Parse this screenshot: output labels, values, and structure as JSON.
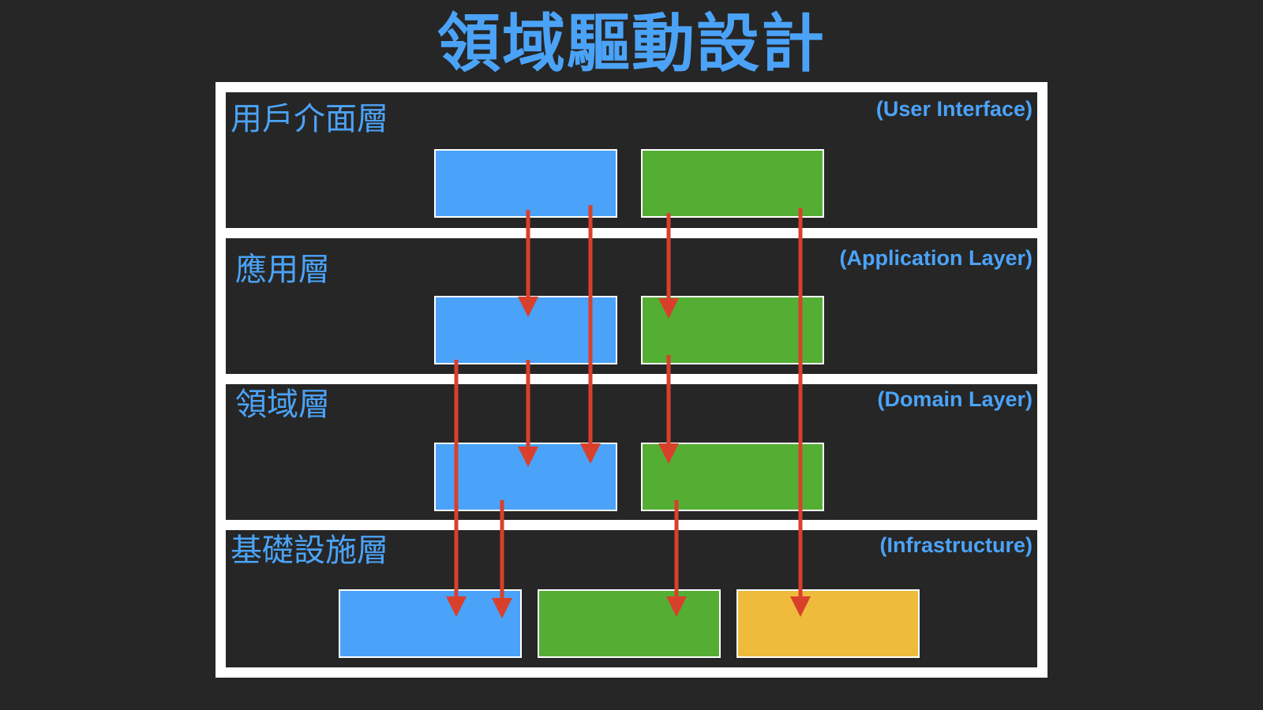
{
  "title": "領域驅動設計",
  "layers": [
    {
      "name": "用戶介面層",
      "en": "(User Interface)"
    },
    {
      "name": "應用層",
      "en": "(Application Layer)"
    },
    {
      "name": "領域層",
      "en": "(Domain Layer)"
    },
    {
      "name": "基礎設施層",
      "en": "(Infrastructure)"
    }
  ],
  "colors": {
    "background": "#262626",
    "title": "#4ba3f8",
    "frame": "#ffffff",
    "blue_box": "#4aa2f9",
    "green_box": "#54ae33",
    "yellow_box": "#efbb3c",
    "arrow": "#d9402b"
  },
  "arrows": [
    {
      "from": "user-interface-blue-box",
      "to": "application-blue-box"
    },
    {
      "from": "user-interface-blue-box",
      "to": "domain-blue-box"
    },
    {
      "from": "user-interface-green-box",
      "to": "application-green-box"
    },
    {
      "from": "user-interface-green-box",
      "to": "infrastructure-yellow-box"
    },
    {
      "from": "application-blue-box",
      "to": "infrastructure-blue-box"
    },
    {
      "from": "application-blue-box",
      "to": "domain-blue-box"
    },
    {
      "from": "application-green-box",
      "to": "domain-green-box"
    },
    {
      "from": "domain-blue-box",
      "to": "infrastructure-blue-box"
    },
    {
      "from": "domain-green-box",
      "to": "infrastructure-green-box"
    }
  ]
}
